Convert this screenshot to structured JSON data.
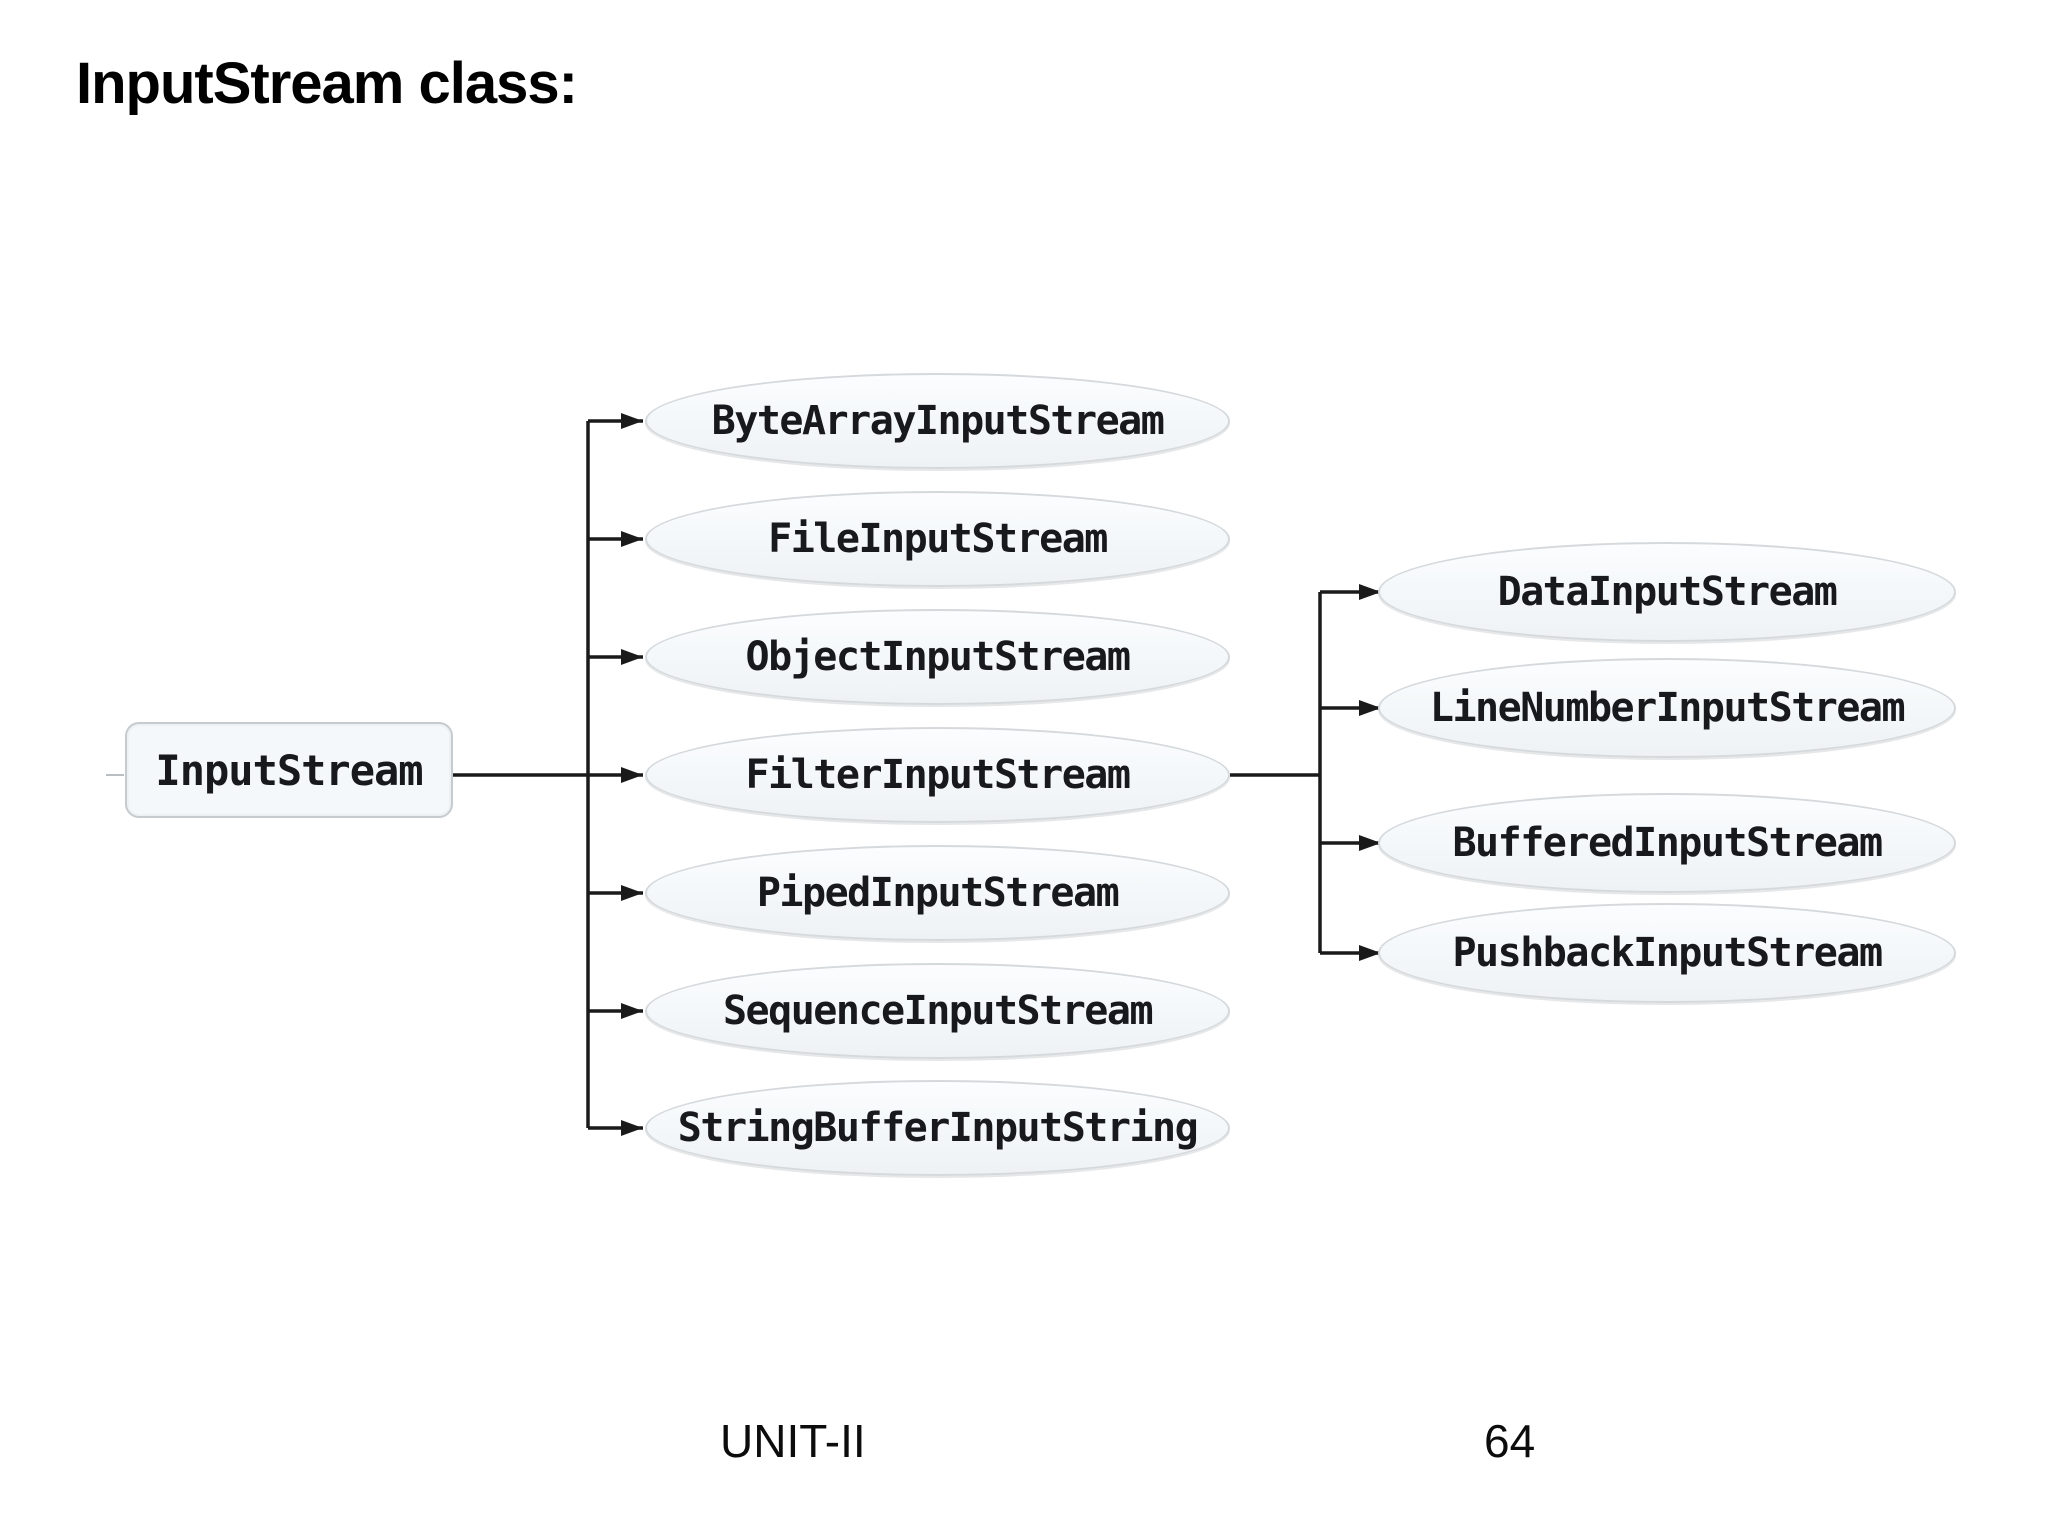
{
  "slide": {
    "title": "InputStream class:",
    "footer": {
      "unit": "UNIT-II",
      "page": "64"
    }
  },
  "diagram": {
    "root": {
      "label": "InputStream"
    },
    "children": [
      {
        "label": "ByteArrayInputStream"
      },
      {
        "label": "FileInputStream"
      },
      {
        "label": "ObjectInputStream"
      },
      {
        "label": "FilterInputStream"
      },
      {
        "label": "PipedInputStream"
      },
      {
        "label": "SequenceInputStream"
      },
      {
        "label": "StringBufferInputString"
      }
    ],
    "filter_children": [
      {
        "label": "DataInputStream"
      },
      {
        "label": "LineNumberInputStream"
      },
      {
        "label": "BufferedInputStream"
      },
      {
        "label": "PushbackInputStream"
      }
    ],
    "colors": {
      "connector": "#1a1a1a",
      "node_fill": "#f4f7f9",
      "node_border": "#d5d9dc",
      "node_text": "#17191c"
    }
  }
}
